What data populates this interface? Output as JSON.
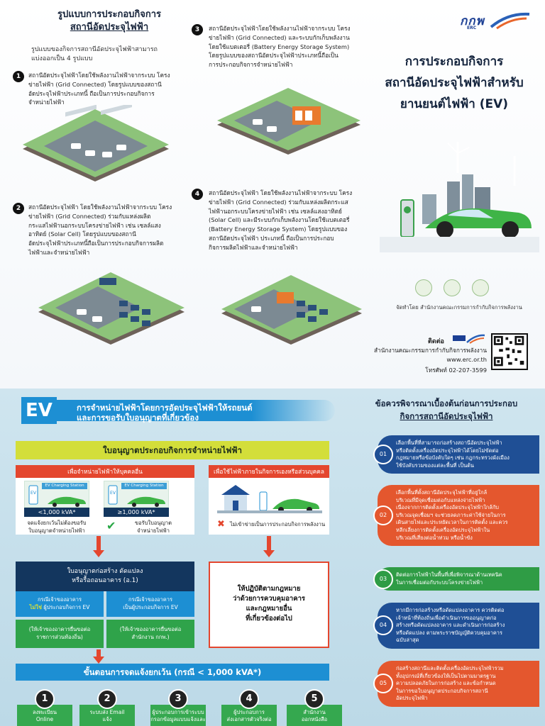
{
  "models_section": {
    "title_line1": "รูปแบบการประกอบกิจการ",
    "title_line2": "สถานีอัดประจุไฟฟ้า",
    "subtitle_line1": "รูปแบบของกิจการสถานีอัดประจุไฟฟ้าสามารถ",
    "subtitle_line2": "แบ่งออกเป็น 4 รูปแบบ",
    "items": [
      {
        "num": "1",
        "lines": [
          "สถานีอัดประจุไฟฟ้าโดยใช้พลังงานไฟฟ้าจากระบบ โครง",
          "ข่ายไฟฟ้า (Grid Connected) โดยรูปแบบของสถานี",
          "อัดประจุไฟฟ้าประเภทนี้ ถือเป็นการประกอบกิจการ",
          "จำหน่ายไฟฟ้า"
        ]
      },
      {
        "num": "2",
        "lines": [
          "สถานีอัดประจุไฟฟ้า โดยใช้พลังงานไฟฟ้าจากระบบ โครง",
          "ข่ายไฟฟ้า (Grid Connected) ร่วมกับแหล่งผลิต",
          "กระแสไฟฟ้านอกระบบโครงข่ายไฟฟ้า เช่น เซลล์แสง",
          "อาทิตย์ (Solar Cell) โดยรูปแบบของสถานี",
          "อัดประจุไฟฟ้าประเภทนี้ถือเป็นการประกอบกิจการผลิต",
          "ไฟฟ้าและจำหน่ายไฟฟ้า"
        ]
      },
      {
        "num": "3",
        "lines": [
          "สถานีอัดประจุไฟฟ้าโดยใช้พลังงานไฟฟ้าจากระบบ โครง",
          "ข่ายไฟฟ้า (Grid Connected) และระบบกักเก็บพลังงาน",
          "โดยใช้แบตเตอรี่ (Battery Energy Storage System)",
          "โดยรูปแบบของสถานีอัดประจุไฟฟ้าประเภทนี้ถือเป็น",
          "การประกอบกิจการจำหน่ายไฟฟ้า"
        ]
      },
      {
        "num": "4",
        "lines": [
          "สถานีอัดประจุไฟฟ้า โดยใช้พลังงานไฟฟ้าจากระบบ โครง",
          "ข่ายไฟฟ้า (Grid Connected) ร่วมกับแหล่งผลิตกระแส",
          "ไฟฟ้านอกระบบโครงข่ายไฟฟ้า เช่น เซลล์แสงอาทิตย์",
          "(Solar Cell) และมีระบบกักเก็บพลังงานโดยใช้แบตเตอรี่",
          "(Battery Energy Storage System) โดยรูปแบบของ",
          "สถานีอัดประจุไฟฟ้า ประเภทนี้ ถือเป็นการประกอบ",
          "กิจการผลิตไฟฟ้าและจำหน่ายไฟฟ้า"
        ]
      }
    ]
  },
  "cover": {
    "logo_text": "กกพ",
    "logo_sub": "ERC",
    "title_line1": "การประกอบกิจการ",
    "title_line2": "สถานีอัดประจุไฟฟ้าสำหรับ",
    "title_line3": "ยานยนต์ไฟฟ้า (EV)",
    "organized_by": "จัดทำโดย สำนักงานคณะกรรมการกำกับกิจการพลังงาน",
    "contact_label": "ติดต่อ",
    "contact_org": "สำนักงานคณะกรรมการกำกับกิจการพลังงาน",
    "contact_web": "www.erc.or.th",
    "contact_tel": "โทรศัพท์ 02-207-3599"
  },
  "ev_section": {
    "badge": "EV",
    "title_line1": "การจำหน่ายไฟฟ้าโดยการอัดประจุไฟฟ้าให้รถยนต์",
    "title_line2": "และการขอรับใบอนุญาตที่เกี่ยวข้อง",
    "license_bar": "ใบอนุญาตประกอบกิจการจำหน่ายไฟฟ้า",
    "left_header": "เพื่อจำหน่ายไฟฟ้าให้บุคคลอื่น",
    "right_header": "เพื่อใช้ไฟฟ้าภายในกิจการเองหรือส่วนบุคคล",
    "station_label": "EV Charging Station",
    "kva_low": "<1,000 kVA*",
    "kva_high": "≥1,000 kVA*",
    "exempt_line1": "จดแจ้งยกเว้นไม่ต้องขอรับ",
    "exempt_line2": "ใบอนุญาตจำหน่ายไฟฟ้า",
    "apply_line1": "ขอรับใบอนุญาต",
    "apply_line2": "จำหน่ายไฟฟ้า",
    "not_business": "ไม่เข้าข่ายเป็นการประกอบกิจการพลังงาน",
    "construction_line1": "ใบอนุญาตก่อสร้าง ดัดแปลง",
    "construction_line2": "หรือรื้อถอนอาคาร (อ.1)",
    "case_a_line1": "กรณีเจ้าของอาคาร",
    "case_a_line2_a": "ไม่ใช่",
    "case_a_line2_b": " ผู้ประกอบกิจการ EV",
    "case_b_line1": "กรณีเจ้าของอาคาร",
    "case_b_line2": "เป็นผู้ประกอบกิจการ EV",
    "green_a_line1": "(ให้เจ้าของอาคารยื่นขอต่อ",
    "green_a_line2": "ราชการส่วนท้องถิ่น)",
    "green_b_line1": "(ให้เจ้าของอาคารยื่นขอต่อ",
    "green_b_line2": "สำนักงาน กกพ.)",
    "law_line1": "ให้ปฏิบัติตามกฎหมาย",
    "law_line2": "ว่าด้วยการควบคุมอาคาร",
    "law_line3": "และกฎหมายอื่น",
    "law_line4": "ที่เกี่ยวข้องต่อไป",
    "steps_bar": "ขั้นตอนการจดแจ้งยกเว้น (กรณี < 1,000 kVA*)",
    "steps": [
      {
        "num": "1",
        "line1": "ลงทะเบียน",
        "line2": "Online"
      },
      {
        "num": "2",
        "line1": "ระบบส่ง Email",
        "line2": "แจ้ง"
      },
      {
        "num": "3",
        "line1": "ผู้ประกอบการเข้าระบบ",
        "line2": "กรอกข้อมูลแบบแจ้งและ"
      },
      {
        "num": "4",
        "line1": "ผู้ประกอบการ",
        "line2": "ส่งเอกสารตัวจริงต่อ"
      },
      {
        "num": "5",
        "line1": "สำนักงาน",
        "line2": "ออกหนังสือ"
      }
    ]
  },
  "considerations": {
    "title_line1": "ข้อควรพิจารณาเบื้องต้นก่อนการประกอบ",
    "title_line2": "กิจการสถานีอัดประจุไฟฟ้า",
    "items": [
      {
        "num": "01",
        "color": "blue",
        "lines": [
          "เลือกพื้นที่ที่สามารถก่อสร้างสถานีอัดประจุไฟฟ้า",
          "หรือติดตั้งเครื่องอัดประจุไฟฟ้าได้โดยไม่ขัดต่อ",
          "กฎหมายหรือข้อบังคับใดๆ เช่น กฎกระทรวงผังเมือง",
          "ใช้บังคับรวมของแต่ละพื้นที่ เป็นต้น"
        ]
      },
      {
        "num": "02",
        "color": "orange",
        "lines": [
          "เลือกพื้นที่ตั้งสถานีอัดประจุไฟฟ้าที่อยู่ใกล้",
          "บริเวณที่มีจุดเชื่อมต่อกับแหล่งจ่ายไฟฟ้า",
          "เนื่องจากการติดตั้งเครื่องอัดประจุไฟฟ้าใกล้กับ",
          "บริเวณจุดเชื่อมฯ จะช่วยลดภาระค่าใช้จ่ายในการ",
          "เดินสายไฟและประหยัดเวลาในการติดตั้ง และควร",
          "หลีกเลี่ยงการติดตั้งเครื่องอัดประจุไฟฟ้าใน",
          "บริเวณที่เสี่ยงต่อน้ำท่วม หรือน้ำขัง"
        ]
      },
      {
        "num": "03",
        "color": "green",
        "lines": [
          "ติดต่อการไฟฟ้าในพื้นที่เพื่อพิจารณาด้านเทคนิค",
          "ในการเชื่อมต่อกับระบบโครงข่ายไฟฟ้า"
        ]
      },
      {
        "num": "04",
        "color": "blue",
        "lines": [
          "หากมีการก่อสร้างหรือดัดแปลงอาคาร ควรติดต่อ",
          "เจ้าหน้าที่ท้องถิ่นเพื่อดำเนินการขออนุญาตก่อ",
          "สร้างหรือดัดแปลงอาคาร และดำเนินการก่อสร้าง",
          "หรือดัดแปลง ตามพระราชบัญญัติควบคุมอาคาร",
          "ฉบับล่าสุด"
        ]
      },
      {
        "num": "05",
        "color": "orange",
        "lines": [
          "ก่อสร้างสถานีและติดตั้งเครื่องอัดประจุไฟฟ้ารวม",
          "ทั้งอุปกรณ์ที่เกี่ยวข้องให้เป็นไปตามมาตรฐาน",
          "ความปลอดภัยในการก่อสร้าง และข้อกำหนด",
          "ในการขอใบอนุญาตประกอบกิจการสถานี",
          "อัดประจุไฟฟ้า"
        ]
      }
    ]
  },
  "colors": {
    "accent_blue": "#1d8fd3",
    "dark_navy": "#13365e",
    "red": "#e4462e",
    "green": "#2fa34a",
    "yellow": "#d3de3a"
  }
}
